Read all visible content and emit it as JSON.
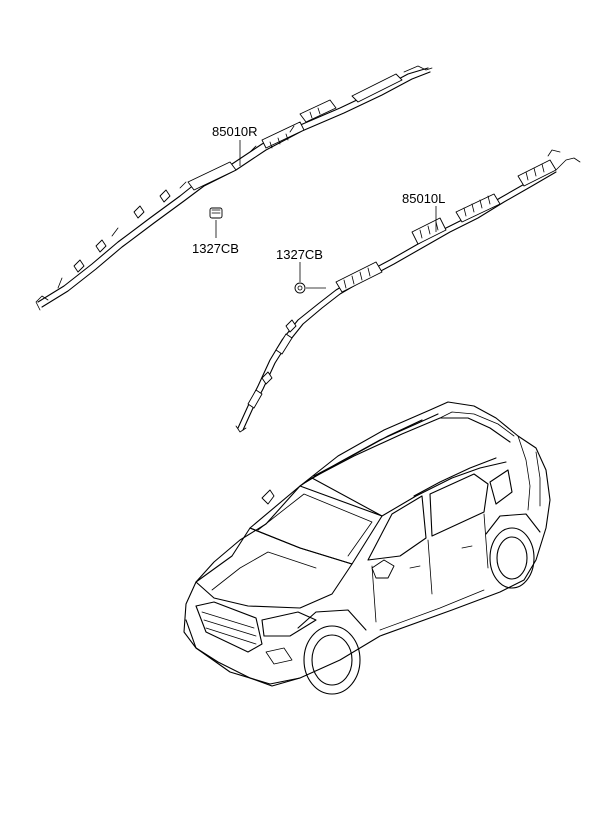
{
  "labels": {
    "curtain_airbag_right": "85010R",
    "curtain_airbag_left": "85010L",
    "clip_right": "1327CB",
    "clip_left": "1327CB"
  },
  "colors": {
    "line": "#000000",
    "background": "#ffffff"
  }
}
